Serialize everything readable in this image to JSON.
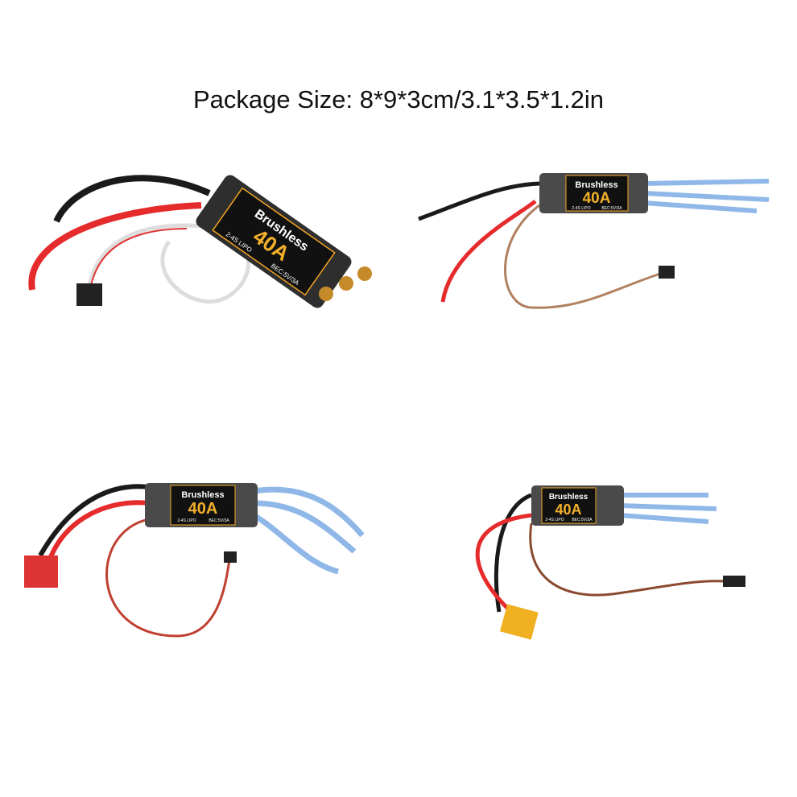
{
  "header": {
    "package_size": "Package Size: 8*9*3cm/3.1*3.5*1.2in"
  },
  "esc_label": {
    "brand": "Brushless",
    "rating": "40A",
    "battery": "2-4S LIPO",
    "bec": "BEC:5V/3A"
  },
  "colors": {
    "body": "#2e2e2e",
    "accent": "#f2a623",
    "wire_red": "#e52b2b",
    "wire_black": "#1a1a1a",
    "wire_blue": "#8fb8e8",
    "xt60": "#f0b020"
  },
  "products": [
    {
      "variant": "bare wires with bullet connectors"
    },
    {
      "variant": "bare wires"
    },
    {
      "variant": "T-plug connector"
    },
    {
      "variant": "XT60 connector"
    }
  ]
}
